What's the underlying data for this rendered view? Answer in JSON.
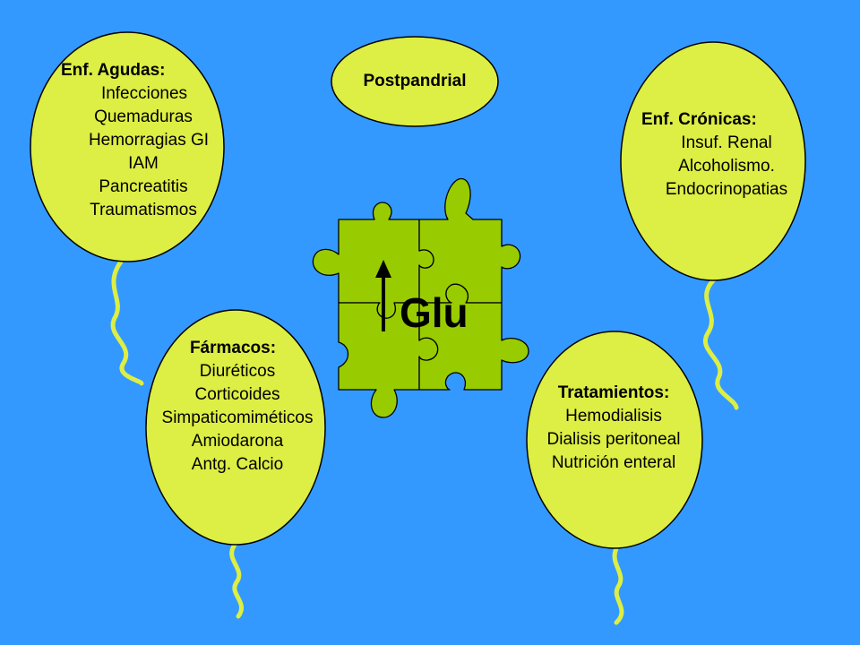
{
  "balloons": {
    "agudas": {
      "title": "Enf. Agudas:",
      "items": [
        "Infecciones",
        "Quemaduras",
        "Hemorragias GI",
        "IAM",
        "Pancreatitis",
        "Traumatismos"
      ]
    },
    "postpandrial": {
      "title": "Postpandrial"
    },
    "cronicas": {
      "title": "Enf. Crónicas:",
      "items": [
        "Insuf. Renal",
        "Alcoholismo.",
        "Endocrinopatias"
      ]
    },
    "farmacos": {
      "title": "Fármacos:",
      "items": [
        "Diuréticos",
        "Corticoides",
        "Simpaticomiméticos",
        "Amiodarona",
        "Antg. Calcio"
      ]
    },
    "tratamientos": {
      "title": "Tratamientos:",
      "items": [
        "Hemodialisis",
        "Dialisis peritoneal",
        "Nutrición enteral"
      ]
    }
  },
  "center": {
    "label": "Glu"
  },
  "colors": {
    "background": "#3399ff",
    "balloon": "#ddee44",
    "puzzle": "#99cc00",
    "string": "#ddee44"
  }
}
